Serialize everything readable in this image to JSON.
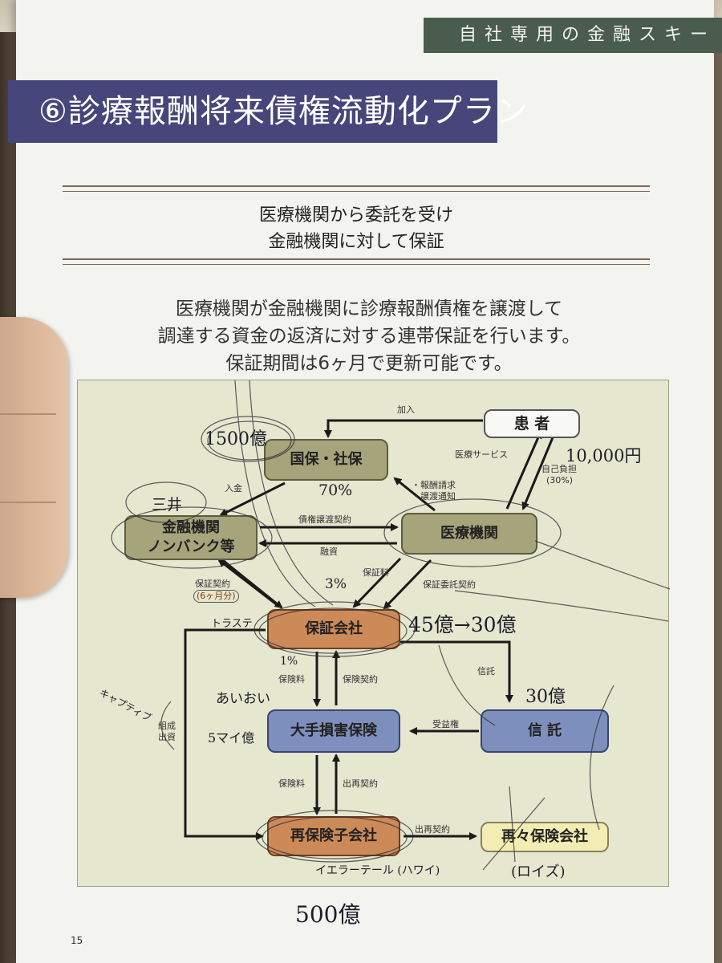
{
  "page": {
    "section_tab": "自社専用の金融スキー",
    "title": "⑥診療報酬将来債権流動化プラン",
    "subheading_line1": "医療機関から委託を受け",
    "subheading_line2": "金融機関に対して保証",
    "intro_line1": "医療機関が金融機関に診療報酬債権を譲渡して",
    "intro_line2": "調達する資金の返済に対する連帯保証を行います。",
    "intro_line3": "保証期間は6ヶ月で更新可能です。",
    "page_number": "15"
  },
  "diagram": {
    "nodes": {
      "patient": "患 者",
      "kokuho": "国保・社保",
      "finance_line1": "金融機関",
      "finance_line2": "ノンバンク等",
      "medical": "医療機関",
      "guarantee": "保証会社",
      "insurer": "大手損害保険",
      "trust": "信 託",
      "reinsurance": "再保険子会社",
      "rereinsurance": "再々保険会社"
    },
    "labels": {
      "enroll": "加入",
      "medical_service": "医療サービス",
      "copay": "自己負担",
      "copay_rate": "(30%)",
      "claim": "・報酬請求",
      "transfer_notice": "・譲渡通知",
      "payment": "入金",
      "assignment_contract": "債権譲渡契約",
      "financing": "融資",
      "guarantee_contract": "保証契約",
      "six_months": "(6ヶ月分)",
      "guarantee_fee": "保証料",
      "guarantee_entrust": "保証委託契約",
      "premium1": "保険料",
      "insurance_contract": "保険契約",
      "trust_label": "信託",
      "beneficiary_right": "受益権",
      "formation1": "組成",
      "formation2": "出資",
      "premium2": "保険料",
      "reinsurance_contract1": "出再契約",
      "reinsurance_contract2": "出再契約"
    },
    "handwriting": {
      "amount_1500": "1500億",
      "yen_10000": "10,000円",
      "mitsui": "三井",
      "pct_70": "70%",
      "pct_3": "3%",
      "trust_note": "トラステ",
      "amount_450_300": "45億→30億",
      "amount_30": "30億",
      "pct_1": "1%",
      "aioi": "あいおい",
      "captive": "キャプティブ",
      "five_man": "5マイ億",
      "reinsurer_left": "イエラーテール (ハワイ)",
      "reinsurer_right": "(ロイズ)",
      "amount_500": "500億"
    }
  }
}
